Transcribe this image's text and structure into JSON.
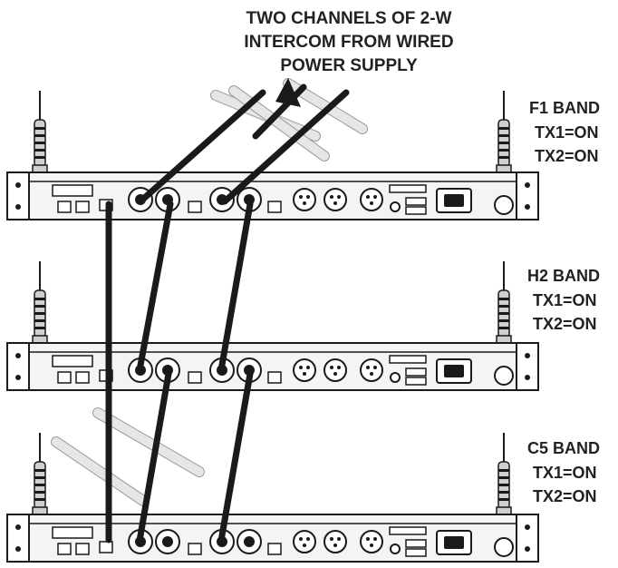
{
  "title": {
    "lines": [
      "TWO CHANNELS OF 2-W",
      "INTERCOM FROM WIRED",
      "POWER SUPPLY"
    ]
  },
  "units": [
    {
      "band_lines": [
        "F1 BAND",
        "TX1=ON",
        "TX2=ON"
      ]
    },
    {
      "band_lines": [
        "H2 BAND",
        "TX1=ON",
        "TX2=ON"
      ]
    },
    {
      "band_lines": [
        "C5 BAND",
        "TX1=ON",
        "TX2=ON"
      ]
    }
  ],
  "colors": {
    "ink": "#1a1a1a",
    "panel": "#f4f4f4",
    "background": "#ffffff",
    "ghost_cable": "#e6e6e6"
  }
}
